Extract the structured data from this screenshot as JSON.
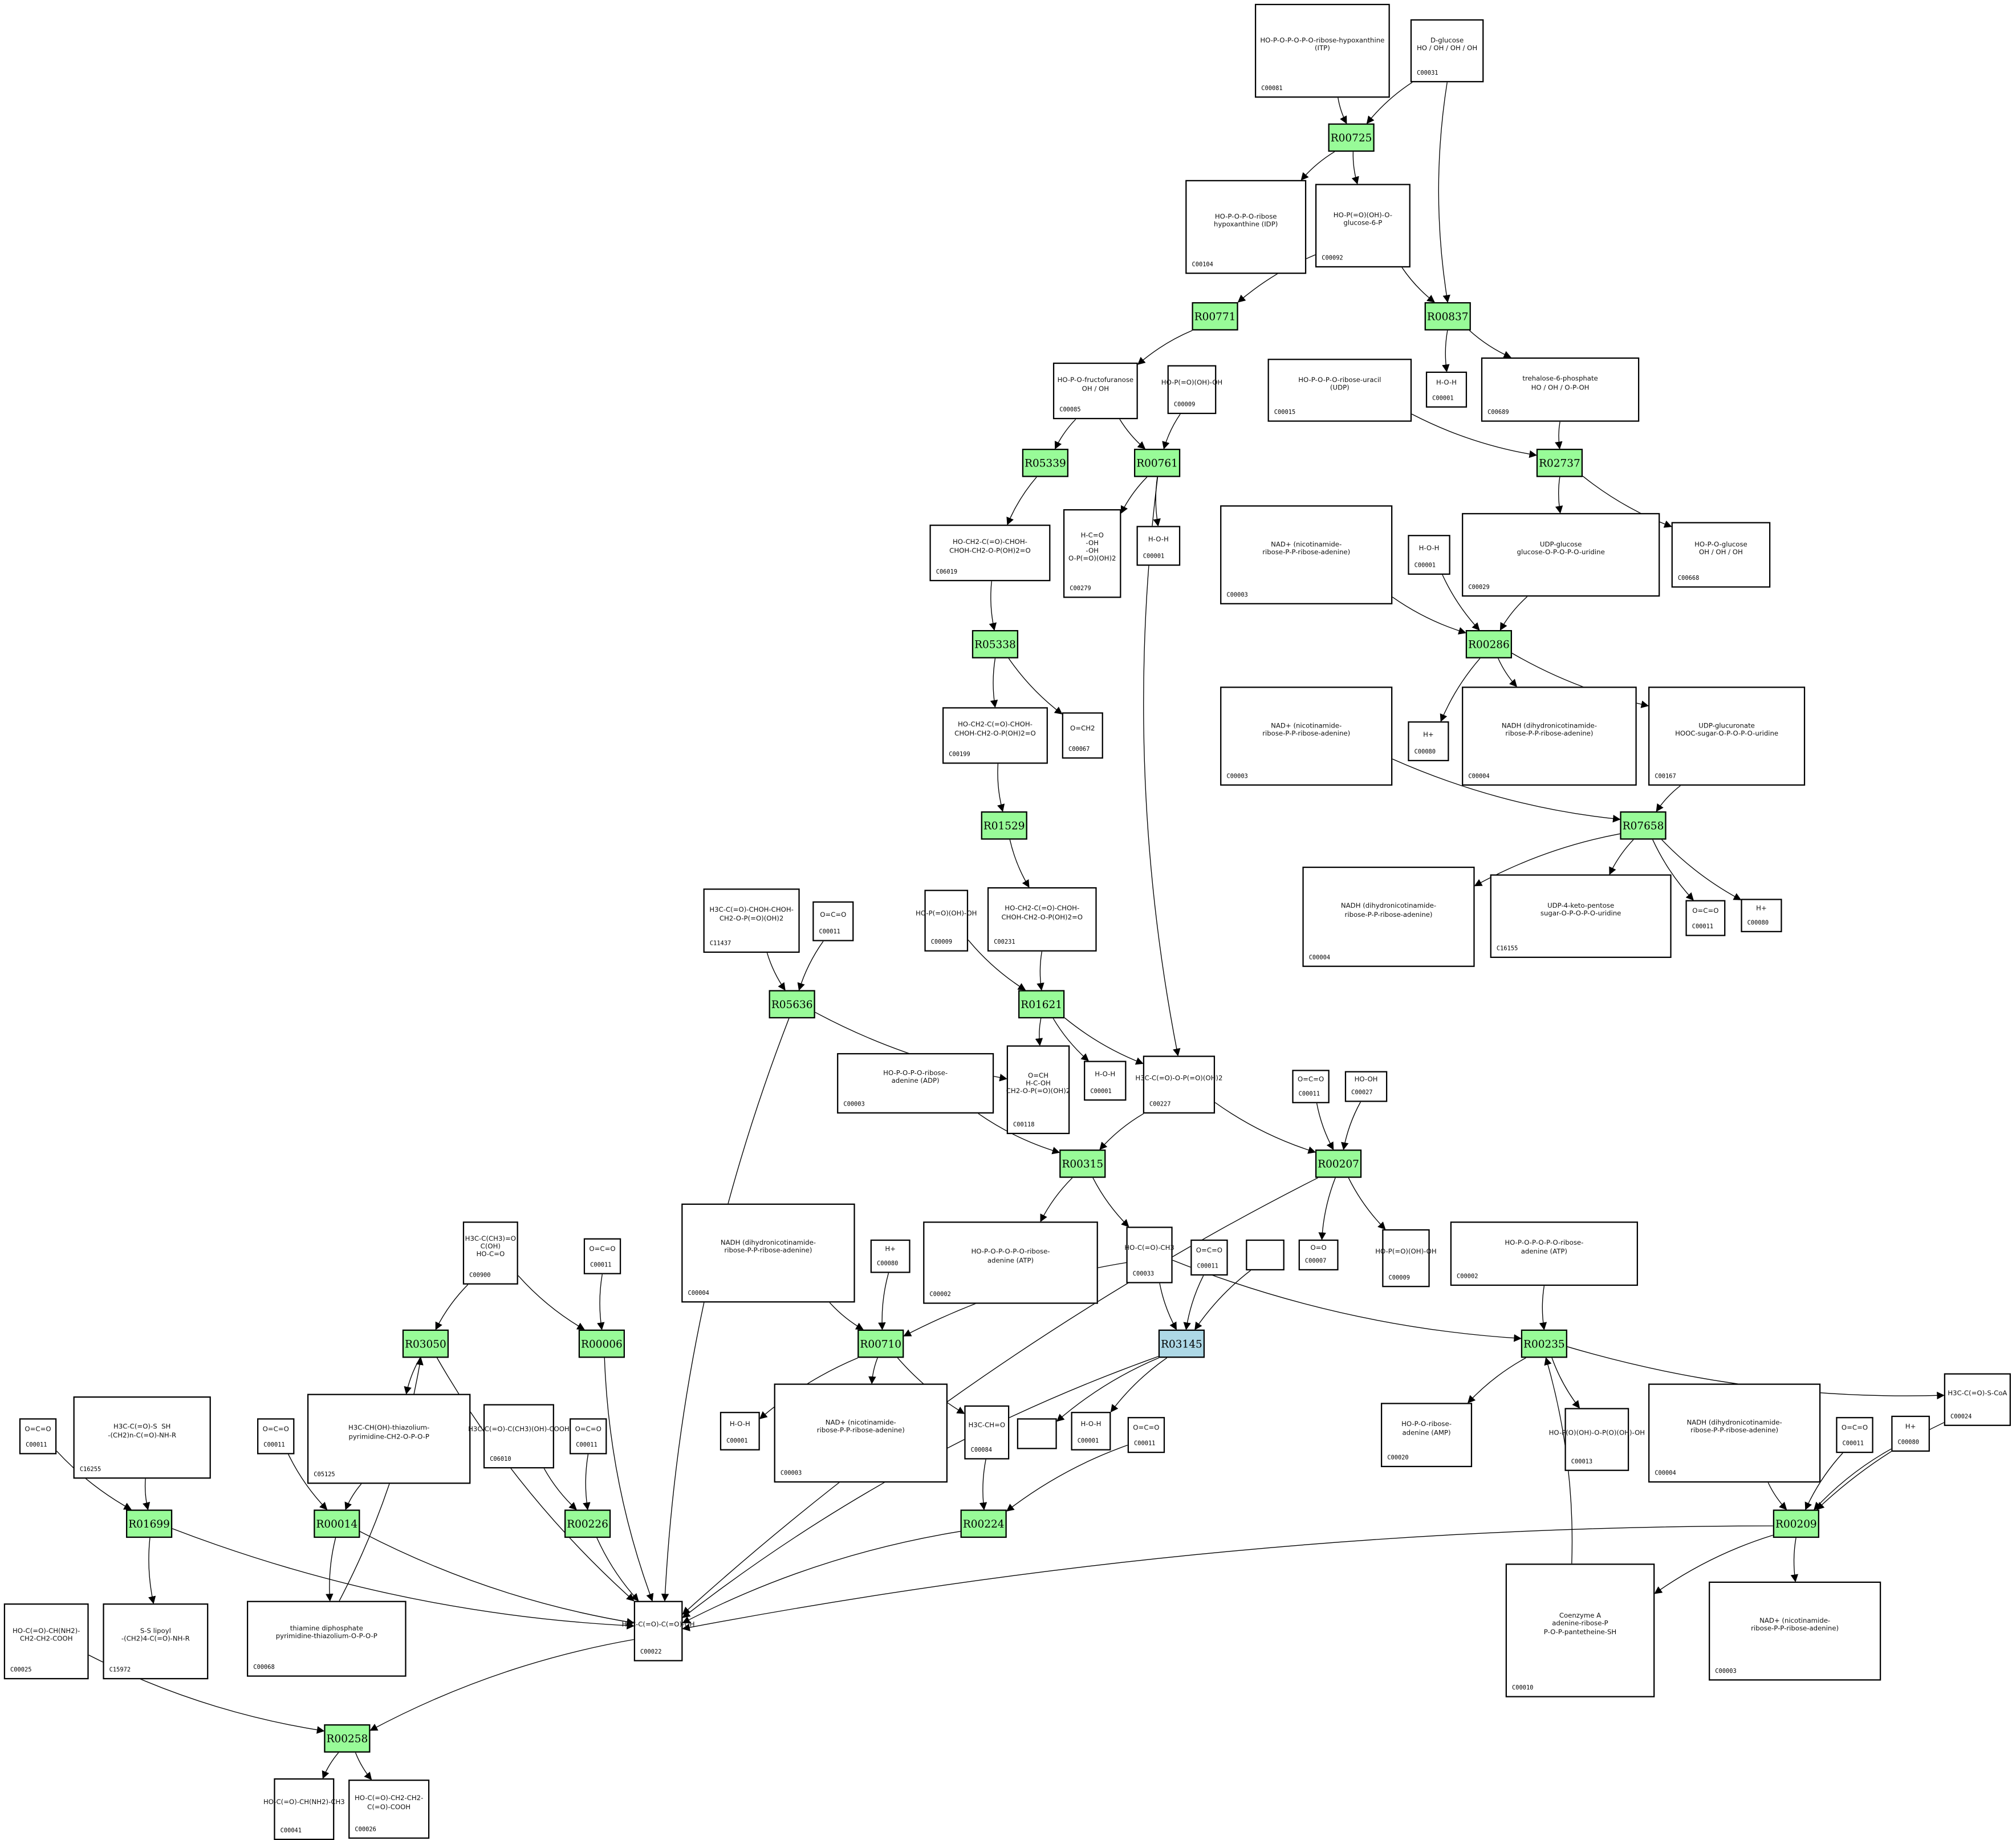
{
  "diagram": {
    "type": "metabolic-pathway-graph",
    "colors": {
      "reaction": "#98fb98",
      "reaction_highlight": "#add8e6",
      "edge": "#000000",
      "compound_border": "#000000"
    },
    "reactions": [
      {
        "id": "R00725",
        "label": "R00725",
        "style": "green"
      },
      {
        "id": "R00771",
        "label": "R00771",
        "style": "green"
      },
      {
        "id": "R00837",
        "label": "R00837",
        "style": "green"
      },
      {
        "id": "R05339",
        "label": "R05339",
        "style": "green"
      },
      {
        "id": "R00761",
        "label": "R00761",
        "style": "green"
      },
      {
        "id": "R02737",
        "label": "R02737",
        "style": "green"
      },
      {
        "id": "R00286",
        "label": "R00286",
        "style": "green"
      },
      {
        "id": "R05338",
        "label": "R05338",
        "style": "green"
      },
      {
        "id": "R01529",
        "label": "R01529",
        "style": "green"
      },
      {
        "id": "R07658",
        "label": "R07658",
        "style": "green"
      },
      {
        "id": "R05636",
        "label": "R05636",
        "style": "green"
      },
      {
        "id": "R01621",
        "label": "R01621",
        "style": "green"
      },
      {
        "id": "R00315",
        "label": "R00315",
        "style": "green"
      },
      {
        "id": "R00207",
        "label": "R00207",
        "style": "green"
      },
      {
        "id": "R03050",
        "label": "R03050",
        "style": "green"
      },
      {
        "id": "R00006",
        "label": "R00006",
        "style": "green"
      },
      {
        "id": "R00710",
        "label": "R00710",
        "style": "green"
      },
      {
        "id": "R03145",
        "label": "R03145",
        "style": "blue"
      },
      {
        "id": "R00235",
        "label": "R00235",
        "style": "green"
      },
      {
        "id": "R01699",
        "label": "R01699",
        "style": "green"
      },
      {
        "id": "R00014",
        "label": "R00014",
        "style": "green"
      },
      {
        "id": "R00226",
        "label": "R00226",
        "style": "green"
      },
      {
        "id": "R00224",
        "label": "R00224",
        "style": "green"
      },
      {
        "id": "R00209",
        "label": "R00209",
        "style": "green"
      },
      {
        "id": "R00258",
        "label": "R00258",
        "style": "green"
      }
    ],
    "compounds": [
      {
        "key": "c1",
        "label": "C00081",
        "structure": "HO-P-O-P-O-P-O-ribose-hypoxanthine\n(ITP)"
      },
      {
        "key": "c2",
        "label": "C00031",
        "structure": "D-glucose\nHO / OH / OH / OH"
      },
      {
        "key": "c3",
        "label": "C00104",
        "structure": "HO-P-O-P-O-ribose\nhypoxanthine (IDP)"
      },
      {
        "key": "c4",
        "label": "C00092",
        "structure": "HO-P(=O)(OH)-O-\nglucose-6-P"
      },
      {
        "key": "c5",
        "label": "C00085",
        "structure": "HO-P-O-fructofuranose\nOH / OH"
      },
      {
        "key": "c6",
        "label": "C00009",
        "structure": "HO-P(=O)(OH)-OH"
      },
      {
        "key": "c7",
        "label": "C00015",
        "structure": "HO-P-O-P-O-ribose-uracil\n(UDP)"
      },
      {
        "key": "c8",
        "label": "C00001",
        "structure": "H-O-H"
      },
      {
        "key": "c9",
        "label": "C00689",
        "structure": "trehalose-6-phosphate\nHO / OH / O-P-OH"
      },
      {
        "key": "c10",
        "label": "C06019",
        "structure": "HO-CH2-C(=O)-CHOH-\nCHOH-CH2-O-P(OH)2=O"
      },
      {
        "key": "c11",
        "label": "C00279",
        "structure": "H-C=O\n-OH\n-OH\nO-P(=O)(OH)2"
      },
      {
        "key": "c12",
        "label": "C00001",
        "structure": "H-O-H"
      },
      {
        "key": "c13",
        "label": "C00003",
        "structure": "NAD+ (nicotinamide-\nribose-P-P-ribose-adenine)"
      },
      {
        "key": "c14",
        "label": "C00001",
        "structure": "H-O-H"
      },
      {
        "key": "c15",
        "label": "C00029",
        "structure": "UDP-glucose\nglucose-O-P-O-P-O-uridine"
      },
      {
        "key": "c16",
        "label": "C00668",
        "structure": "HO-P-O-glucose\nOH / OH / OH"
      },
      {
        "key": "c17",
        "label": "C00199",
        "structure": "HO-CH2-C(=O)-CHOH-\nCHOH-CH2-O-P(OH)2=O"
      },
      {
        "key": "c18",
        "label": "C00067",
        "structure": "O=CH2"
      },
      {
        "key": "c19",
        "label": "C00080",
        "structure": "H+"
      },
      {
        "key": "c20",
        "label": "C00003",
        "structure": "NAD+ (nicotinamide-\nribose-P-P-ribose-adenine)"
      },
      {
        "key": "c21",
        "label": "C00004",
        "structure": "NADH (dihydronicotinamide-\nribose-P-P-ribose-adenine)"
      },
      {
        "key": "c22",
        "label": "C00167",
        "structure": "UDP-glucuronate\nHOOC-sugar-O-P-O-P-O-uridine"
      },
      {
        "key": "c23",
        "label": "C11437",
        "structure": "H3C-C(=O)-CHOH-CHOH-\nCH2-O-P(=O)(OH)2"
      },
      {
        "key": "c24",
        "label": "C00011",
        "structure": "O=C=O"
      },
      {
        "key": "c25",
        "label": "C00009",
        "structure": "HO-P(=O)(OH)-OH"
      },
      {
        "key": "c26",
        "label": "C00231",
        "structure": "HO-CH2-C(=O)-CHOH-\nCHOH-CH2-O-P(OH)2=O"
      },
      {
        "key": "c27",
        "label": "C00004",
        "structure": "NADH (dihydronicotinamide-\nribose-P-P-ribose-adenine)"
      },
      {
        "key": "c28",
        "label": "C16155",
        "structure": "UDP-4-keto-pentose\nsugar-O-P-O-P-O-uridine"
      },
      {
        "key": "c29",
        "label": "C00011",
        "structure": "O=C=O"
      },
      {
        "key": "c30",
        "label": "C00080",
        "structure": "H+"
      },
      {
        "key": "c31",
        "label": "C00003",
        "structure": "HO-P-O-P-O-ribose-\nadenine (ADP)"
      },
      {
        "key": "c32",
        "label": "C00118",
        "structure": "O=CH\nH-C-OH\nCH2-O-P(=O)(OH)2"
      },
      {
        "key": "c33",
        "label": "C00001",
        "structure": "H-O-H"
      },
      {
        "key": "c34",
        "label": "C00227",
        "structure": "H3C-C(=O)-O-P(=O)(OH)2"
      },
      {
        "key": "c35",
        "label": "C00011",
        "structure": "O=C=O"
      },
      {
        "key": "c36",
        "label": "C00027",
        "structure": "HO-OH"
      },
      {
        "key": "c37",
        "label": "C00004",
        "structure": "NADH (dihydronicotinamide-\nribose-P-P-ribose-adenine)"
      },
      {
        "key": "c38",
        "label": "C00080",
        "structure": "H+"
      },
      {
        "key": "c39",
        "label": "C00002",
        "structure": "HO-P-O-P-O-P-O-ribose-\nadenine (ATP)"
      },
      {
        "key": "c40",
        "label": "C00033",
        "structure": "HO-C(=O)-CH3"
      },
      {
        "key": "c41",
        "label": "C00011",
        "structure": "O=C=O"
      },
      {
        "key": "c42",
        "label": "",
        "structure": ""
      },
      {
        "key": "c43",
        "label": "C00007",
        "structure": "O=O"
      },
      {
        "key": "c44",
        "label": "C00009",
        "structure": "HO-P(=O)(OH)-OH"
      },
      {
        "key": "c45",
        "label": "C00002",
        "structure": "HO-P-O-P-O-P-O-ribose-\nadenine (ATP)"
      },
      {
        "key": "c46",
        "label": "C00900",
        "structure": "H3C-C(CH3)=O\nC(OH)\nHO-C=O"
      },
      {
        "key": "c47",
        "label": "C00011",
        "structure": "O=C=O"
      },
      {
        "key": "c48",
        "label": "C00011",
        "structure": "O=C=O"
      },
      {
        "key": "c49",
        "label": "C16255",
        "structure": "H3C-C(=O)-S  SH\n-(CH2)n-C(=O)-NH-R"
      },
      {
        "key": "c50",
        "label": "C00011",
        "structure": "O=C=O"
      },
      {
        "key": "c51",
        "label": "C05125",
        "structure": "H3C-CH(OH)-thiazolium-\npyrimidine-CH2-O-P-O-P"
      },
      {
        "key": "c52",
        "label": "C06010",
        "structure": "H3C-C(=O)-C(CH3)(OH)-COOH"
      },
      {
        "key": "c53",
        "label": "C00011",
        "structure": "O=C=O"
      },
      {
        "key": "c54",
        "label": "C00001",
        "structure": "H-O-H"
      },
      {
        "key": "c55",
        "label": "C00003",
        "structure": "NAD+ (nicotinamide-\nribose-P-P-ribose-adenine)"
      },
      {
        "key": "c56",
        "label": "C00084",
        "structure": "H3C-CH=O"
      },
      {
        "key": "c57",
        "label": "",
        "structure": ""
      },
      {
        "key": "c58",
        "label": "C00001",
        "structure": "H-O-H"
      },
      {
        "key": "c59",
        "label": "C00011",
        "structure": "O=C=O"
      },
      {
        "key": "c60",
        "label": "C00020",
        "structure": "HO-P-O-ribose-\nadenine (AMP)"
      },
      {
        "key": "c61",
        "label": "C00013",
        "structure": "HO-P(O)(OH)-O-P(O)(OH)-OH"
      },
      {
        "key": "c62",
        "label": "C00004",
        "structure": "NADH (dihydronicotinamide-\nribose-P-P-ribose-adenine)"
      },
      {
        "key": "c63",
        "label": "C00011",
        "structure": "O=C=O"
      },
      {
        "key": "c64",
        "label": "C00080",
        "structure": "H+"
      },
      {
        "key": "c65",
        "label": "C00024",
        "structure": "H3C-C(=O)-S-CoA"
      },
      {
        "key": "c66",
        "label": "C00025",
        "structure": "HO-C(=O)-CH(NH2)-\nCH2-CH2-COOH"
      },
      {
        "key": "c67",
        "label": "C15972",
        "structure": "S-S lipoyl\n-(CH2)4-C(=O)-NH-R"
      },
      {
        "key": "c68",
        "label": "C00068",
        "structure": "thiamine diphosphate\npyrimidine-thiazolium-O-P-O-P"
      },
      {
        "key": "c69",
        "label": "C00022",
        "structure": "H3C-C(=O)-C(=O)-OH"
      },
      {
        "key": "c70",
        "label": "C00010",
        "structure": "Coenzyme A\nadenine-ribose-P\nP-O-P-pantetheine-SH"
      },
      {
        "key": "c71",
        "label": "C00003",
        "structure": "NAD+ (nicotinamide-\nribose-P-P-ribose-adenine)"
      },
      {
        "key": "c72",
        "label": "C00041",
        "structure": "HO-C(=O)-CH(NH2)-CH3"
      },
      {
        "key": "c73",
        "label": "C00026",
        "structure": "HO-C(=O)-CH2-CH2-\nC(=O)-COOH"
      }
    ],
    "edges": [
      [
        "c1",
        "R00725"
      ],
      [
        "c2",
        "R00725"
      ],
      [
        "R00725",
        "c3"
      ],
      [
        "R00725",
        "c4"
      ],
      [
        "c2",
        "R00837"
      ],
      [
        "c4",
        "R00837"
      ],
      [
        "c4",
        "R00771"
      ],
      [
        "R00837",
        "c8"
      ],
      [
        "R00837",
        "c9"
      ],
      [
        "R00771",
        "c5"
      ],
      [
        "c5",
        "R05339"
      ],
      [
        "c5",
        "R00761"
      ],
      [
        "c6",
        "R00761"
      ],
      [
        "c7",
        "R02737"
      ],
      [
        "c9",
        "R02737"
      ],
      [
        "R02737",
        "c15"
      ],
      [
        "R02737",
        "c16"
      ],
      [
        "R05339",
        "c10"
      ],
      [
        "R00761",
        "c11"
      ],
      [
        "R00761",
        "c12"
      ],
      [
        "R00761",
        "c34"
      ],
      [
        "c10",
        "R05338"
      ],
      [
        "R05338",
        "c17"
      ],
      [
        "R05338",
        "c18"
      ],
      [
        "c17",
        "R01529"
      ],
      [
        "R01529",
        "c26"
      ],
      [
        "c13",
        "R00286"
      ],
      [
        "c14",
        "R00286"
      ],
      [
        "c15",
        "R00286"
      ],
      [
        "R00286",
        "c19"
      ],
      [
        "R00286",
        "c21"
      ],
      [
        "R00286",
        "c22"
      ],
      [
        "c20",
        "R07658"
      ],
      [
        "c22",
        "R07658"
      ],
      [
        "R07658",
        "c27"
      ],
      [
        "R07658",
        "c28"
      ],
      [
        "R07658",
        "c29"
      ],
      [
        "R07658",
        "c30"
      ],
      [
        "c23",
        "R05636"
      ],
      [
        "c24",
        "R05636"
      ],
      [
        "R05636",
        "c32"
      ],
      [
        "R05636",
        "c69"
      ],
      [
        "c25",
        "R01621"
      ],
      [
        "c26",
        "R01621"
      ],
      [
        "R01621",
        "c32"
      ],
      [
        "R01621",
        "c33"
      ],
      [
        "R01621",
        "c34"
      ],
      [
        "c31",
        "R00315"
      ],
      [
        "c34",
        "R00315"
      ],
      [
        "R00315",
        "c39"
      ],
      [
        "R00315",
        "c40"
      ],
      [
        "c34",
        "R00207"
      ],
      [
        "c35",
        "R00207"
      ],
      [
        "c36",
        "R00207"
      ],
      [
        "R00207",
        "c43"
      ],
      [
        "R00207",
        "c44"
      ],
      [
        "R00207",
        "c69"
      ],
      [
        "c46",
        "R03050"
      ],
      [
        "c46",
        "R00006"
      ],
      [
        "c47",
        "R00006"
      ],
      [
        "R03050",
        "c51"
      ],
      [
        "R03050",
        "c69"
      ],
      [
        "R00006",
        "c69"
      ],
      [
        "c68",
        "R03050"
      ],
      [
        "c37",
        "R00710"
      ],
      [
        "c38",
        "R00710"
      ],
      [
        "c40",
        "R00710"
      ],
      [
        "R00710",
        "c54"
      ],
      [
        "R00710",
        "c55"
      ],
      [
        "R00710",
        "c56"
      ],
      [
        "c40",
        "R03145"
      ],
      [
        "c41",
        "R03145"
      ],
      [
        "c42",
        "R03145"
      ],
      [
        "R03145",
        "c57"
      ],
      [
        "R03145",
        "c58"
      ],
      [
        "R03145",
        "c69"
      ],
      [
        "c45",
        "R00235"
      ],
      [
        "c40",
        "R00235"
      ],
      [
        "c70",
        "R00235"
      ],
      [
        "R00235",
        "c60"
      ],
      [
        "R00235",
        "c61"
      ],
      [
        "R00235",
        "c65"
      ],
      [
        "c48",
        "R01699"
      ],
      [
        "c49",
        "R01699"
      ],
      [
        "R01699",
        "c67"
      ],
      [
        "R01699",
        "c69"
      ],
      [
        "c50",
        "R00014"
      ],
      [
        "c51",
        "R00014"
      ],
      [
        "R00014",
        "c68"
      ],
      [
        "R00014",
        "c69"
      ],
      [
        "c52",
        "R00226"
      ],
      [
        "c53",
        "R00226"
      ],
      [
        "R00226",
        "c69"
      ],
      [
        "c56",
        "R00224"
      ],
      [
        "c59",
        "R00224"
      ],
      [
        "R00224",
        "c69"
      ],
      [
        "c62",
        "R00209"
      ],
      [
        "c63",
        "R00209"
      ],
      [
        "c64",
        "R00209"
      ],
      [
        "c65",
        "R00209"
      ],
      [
        "R00209",
        "c69"
      ],
      [
        "R00209",
        "c70"
      ],
      [
        "R00209",
        "c71"
      ],
      [
        "c66",
        "R00258"
      ],
      [
        "c69",
        "R00258"
      ],
      [
        "R00258",
        "c72"
      ],
      [
        "R00258",
        "c73"
      ]
    ]
  }
}
